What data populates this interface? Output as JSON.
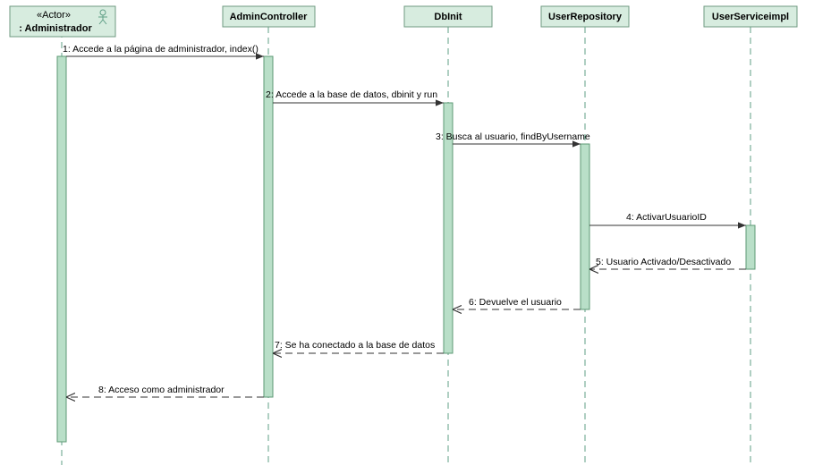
{
  "diagram": {
    "actor": {
      "stereotype": "«Actor»",
      "name": ": Administrador"
    },
    "lifelines": [
      {
        "id": "admin",
        "label": ": Administrador"
      },
      {
        "id": "ctrl",
        "label": "AdminController"
      },
      {
        "id": "dbinit",
        "label": "DbInit"
      },
      {
        "id": "repo",
        "label": "UserRepository"
      },
      {
        "id": "svc",
        "label": "UserServiceimpl"
      }
    ],
    "messages": [
      {
        "label": "1: Accede a la página de administrador, index()",
        "from": "admin",
        "to": "ctrl",
        "kind": "sync"
      },
      {
        "label": "2: Accede a la base de datos, dbinit y run",
        "from": "ctrl",
        "to": "dbinit",
        "kind": "sync"
      },
      {
        "label": "3: Busca al usuario, findByUsername",
        "from": "dbinit",
        "to": "repo",
        "kind": "sync"
      },
      {
        "label": "4: ActivarUsuarioID",
        "from": "repo",
        "to": "svc",
        "kind": "sync"
      },
      {
        "label": "5: Usuario Activado/Desactivado",
        "from": "svc",
        "to": "repo",
        "kind": "return"
      },
      {
        "label": "6: Devuelve el usuario",
        "from": "repo",
        "to": "dbinit",
        "kind": "return"
      },
      {
        "label": "7: Se ha conectado a la base de datos",
        "from": "dbinit",
        "to": "ctrl",
        "kind": "return"
      },
      {
        "label": "8: Acceso como administrador",
        "from": "ctrl",
        "to": "admin",
        "kind": "return"
      }
    ],
    "colors": {
      "header_fill": "#d7ecdf",
      "header_stroke": "#6f9a80",
      "activation_fill": "#b9dfc8",
      "activation_stroke": "#5d9a75",
      "lifeline": "#5f9f86",
      "arrow": "#333333"
    }
  }
}
